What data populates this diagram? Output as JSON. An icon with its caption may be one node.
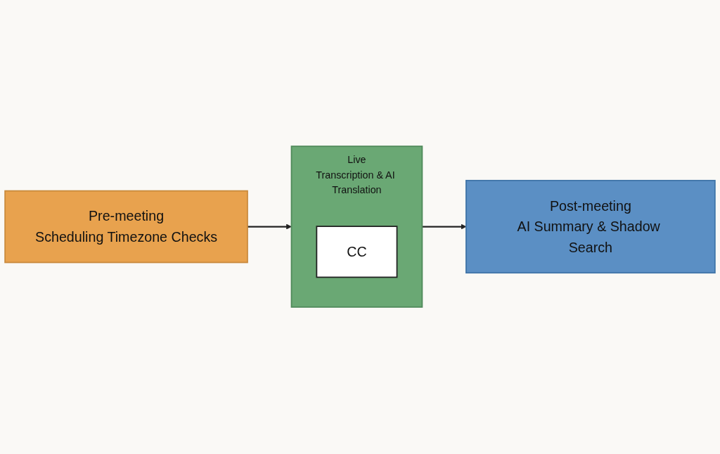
{
  "diagram": {
    "nodes": [
      {
        "text": [
          "Pre-meeting",
          "Scheduling Timezone Checks"
        ]
      },
      {
        "text": [
          "Live",
          "Transcription & AI Translation"
        ]
      },
      {
        "text": [
          "CC"
        ],
        "in": 1
      },
      {
        "text": [
          "Post-meeting",
          "AI Summary & Shadow Search"
        ]
      }
    ],
    "edges": [
      {
        "from": 0,
        "to": 1,
        "arrow": "to"
      },
      {
        "from": 1,
        "to": 3,
        "arrow": "to"
      }
    ]
  }
}
